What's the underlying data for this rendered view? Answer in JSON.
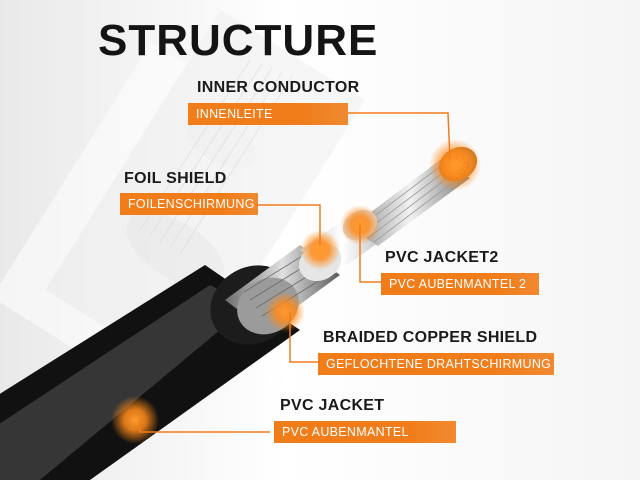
{
  "title": "STRUCTURE",
  "accent_color": "#f07d1a",
  "labels": [
    {
      "id": "inner-conductor",
      "en": "INNER CONDUCTOR",
      "de": "INNENLEITE"
    },
    {
      "id": "foil-shield",
      "en": "FOIL SHIELD",
      "de": "FOILENSCHIRMUNG"
    },
    {
      "id": "pvc-jacket2",
      "en": "PVC JACKET2",
      "de": "PVC AUBENMANTEL 2"
    },
    {
      "id": "braided-copper-shield",
      "en": "BRAIDED COPPER SHIELD",
      "de": "GEFLOCHTENE DRAHTSCHIRMUNG"
    },
    {
      "id": "pvc-jacket",
      "en": "PVC JACKET",
      "de": "PVC AUBENMANTEL"
    }
  ]
}
